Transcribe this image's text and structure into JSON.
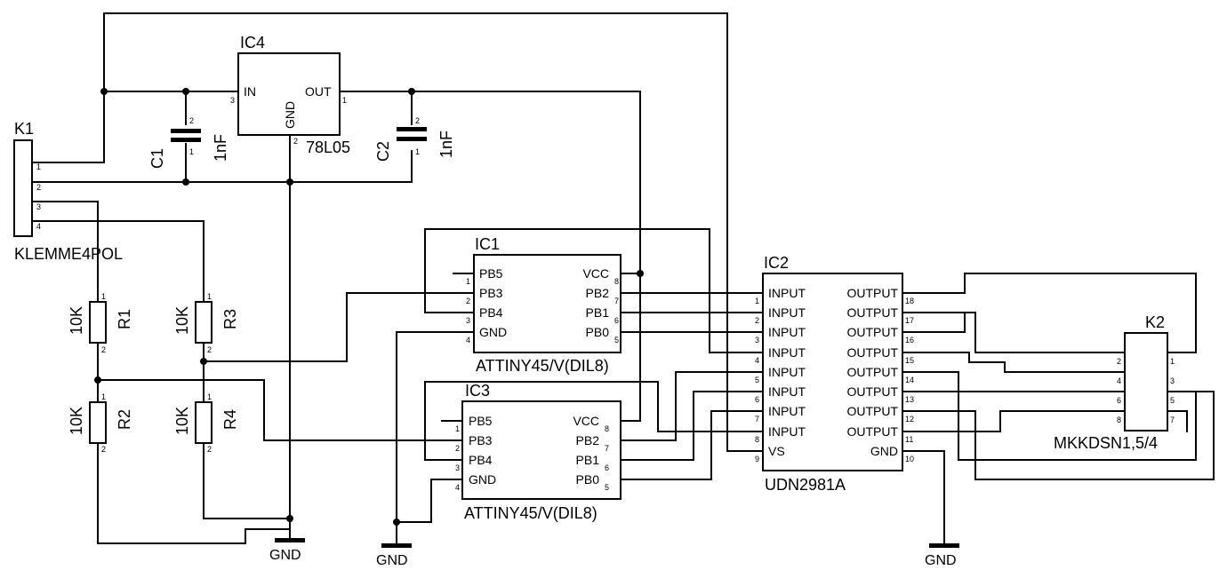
{
  "components": {
    "K1": {
      "ref": "K1",
      "value": "KLEMME4POL",
      "pins": [
        "1",
        "2",
        "3",
        "4"
      ]
    },
    "IC4": {
      "ref": "IC4",
      "value": "78L05",
      "pins": {
        "in": "IN",
        "out": "OUT",
        "gnd": "GND",
        "in_num": "3",
        "out_num": "1",
        "gnd_num": "2"
      }
    },
    "C1": {
      "ref": "C1",
      "value": "1nF",
      "pin_top": "2",
      "pin_bottom": "1"
    },
    "C2": {
      "ref": "C2",
      "value": "1nF",
      "pin_top": "2",
      "pin_bottom": "1"
    },
    "R1": {
      "ref": "R1",
      "value": "10K",
      "pin_top": "1",
      "pin_bottom": "2"
    },
    "R2": {
      "ref": "R2",
      "value": "10K",
      "pin_top": "1",
      "pin_bottom": "2"
    },
    "R3": {
      "ref": "R3",
      "value": "10K",
      "pin_top": "1",
      "pin_bottom": "2"
    },
    "R4": {
      "ref": "R4",
      "value": "10K",
      "pin_top": "1",
      "pin_bottom": "2"
    },
    "IC1": {
      "ref": "IC1",
      "value": "ATTINY45/V(DIL8)",
      "left_pins": [
        {
          "name": "PB5",
          "num": "1"
        },
        {
          "name": "PB3",
          "num": "2"
        },
        {
          "name": "PB4",
          "num": "3"
        },
        {
          "name": "GND",
          "num": "4"
        }
      ],
      "right_pins": [
        {
          "name": "VCC",
          "num": "8"
        },
        {
          "name": "PB2",
          "num": "7"
        },
        {
          "name": "PB1",
          "num": "6"
        },
        {
          "name": "PB0",
          "num": "5"
        }
      ]
    },
    "IC3": {
      "ref": "IC3",
      "value": "ATTINY45/V(DIL8)",
      "left_pins": [
        {
          "name": "PB5",
          "num": "1"
        },
        {
          "name": "PB3",
          "num": "2"
        },
        {
          "name": "PB4",
          "num": "3"
        },
        {
          "name": "GND",
          "num": "4"
        }
      ],
      "right_pins": [
        {
          "name": "VCC",
          "num": "8"
        },
        {
          "name": "PB2",
          "num": "7"
        },
        {
          "name": "PB1",
          "num": "6"
        },
        {
          "name": "PB0",
          "num": "5"
        }
      ]
    },
    "IC2": {
      "ref": "IC2",
      "value": "UDN2981A",
      "left_pins": [
        {
          "name": "INPUT",
          "num": "1"
        },
        {
          "name": "INPUT",
          "num": "2"
        },
        {
          "name": "INPUT",
          "num": "3"
        },
        {
          "name": "INPUT",
          "num": "4"
        },
        {
          "name": "INPUT",
          "num": "5"
        },
        {
          "name": "INPUT",
          "num": "6"
        },
        {
          "name": "INPUT",
          "num": "7"
        },
        {
          "name": "INPUT",
          "num": "8"
        },
        {
          "name": "VS",
          "num": "9"
        }
      ],
      "right_pins": [
        {
          "name": "OUTPUT",
          "num": "18"
        },
        {
          "name": "OUTPUT",
          "num": "17"
        },
        {
          "name": "OUTPUT",
          "num": "16"
        },
        {
          "name": "OUTPUT",
          "num": "15"
        },
        {
          "name": "OUTPUT",
          "num": "14"
        },
        {
          "name": "OUTPUT",
          "num": "13"
        },
        {
          "name": "OUTPUT",
          "num": "12"
        },
        {
          "name": "OUTPUT",
          "num": "11"
        },
        {
          "name": "GND",
          "num": "10"
        }
      ]
    },
    "K2": {
      "ref": "K2",
      "value": "MKKDSN1,5/4",
      "left_pins": [
        "2",
        "4",
        "6",
        "8"
      ],
      "right_pins": [
        "1",
        "3",
        "5",
        "7"
      ]
    }
  },
  "ground_symbols": [
    {
      "id": "gnd-1",
      "label": "GND"
    },
    {
      "id": "gnd-2",
      "label": "GND"
    },
    {
      "id": "gnd-3",
      "label": "GND"
    }
  ]
}
